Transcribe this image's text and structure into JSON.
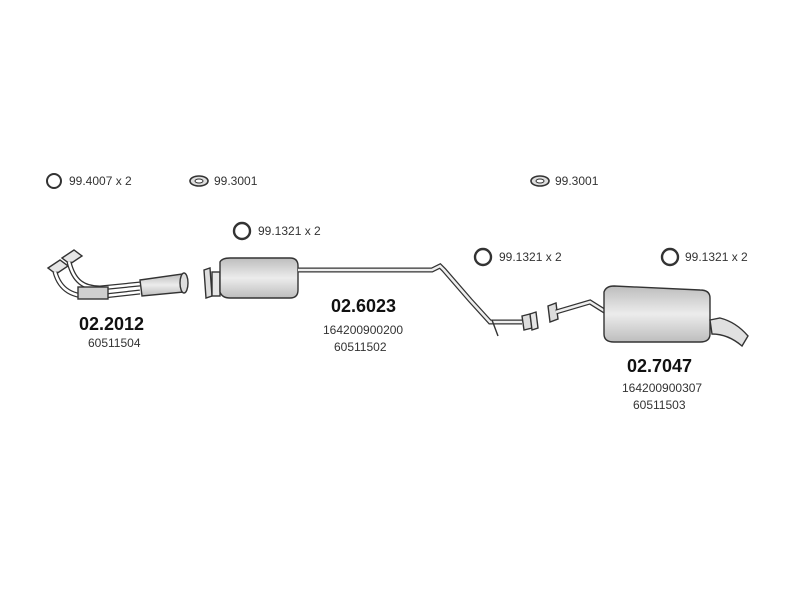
{
  "accessories": [
    {
      "code": "99.4007 x 2",
      "icon": "ring-icon"
    },
    {
      "code": "99.3001",
      "icon": "hanger-icon"
    },
    {
      "code": "99.3001",
      "icon": "hanger-icon"
    },
    {
      "code": "99.1321 x 2",
      "icon": "ring-icon"
    },
    {
      "code": "99.1321 x 2",
      "icon": "ring-icon"
    },
    {
      "code": "99.1321 x 2",
      "icon": "ring-icon"
    }
  ],
  "parts": [
    {
      "number": "02.2012",
      "refs": [
        "60511504"
      ]
    },
    {
      "number": "02.6023",
      "refs": [
        "164200900200",
        "60511502"
      ]
    },
    {
      "number": "02.7047",
      "refs": [
        "164200900307",
        "60511503"
      ]
    }
  ],
  "colors": {
    "line": "#333333",
    "fill": "#d9d9d9",
    "background": "#ffffff"
  }
}
